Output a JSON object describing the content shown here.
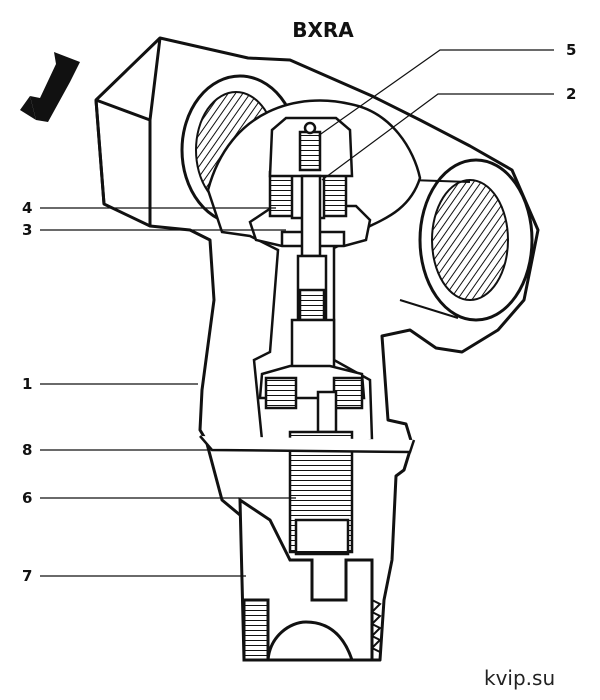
{
  "title": "BXRA",
  "watermark": "kvip.su",
  "callouts": {
    "c1": "1",
    "c2": "2",
    "c3": "3",
    "c4": "4",
    "c5": "5",
    "c6": "6",
    "c7": "7",
    "c8": "8"
  },
  "colors": {
    "line": "#111111",
    "fill": "#ffffff",
    "shade": "#d9d9d9"
  },
  "icons": {
    "flow": "flow-direction-arrow-icon"
  }
}
